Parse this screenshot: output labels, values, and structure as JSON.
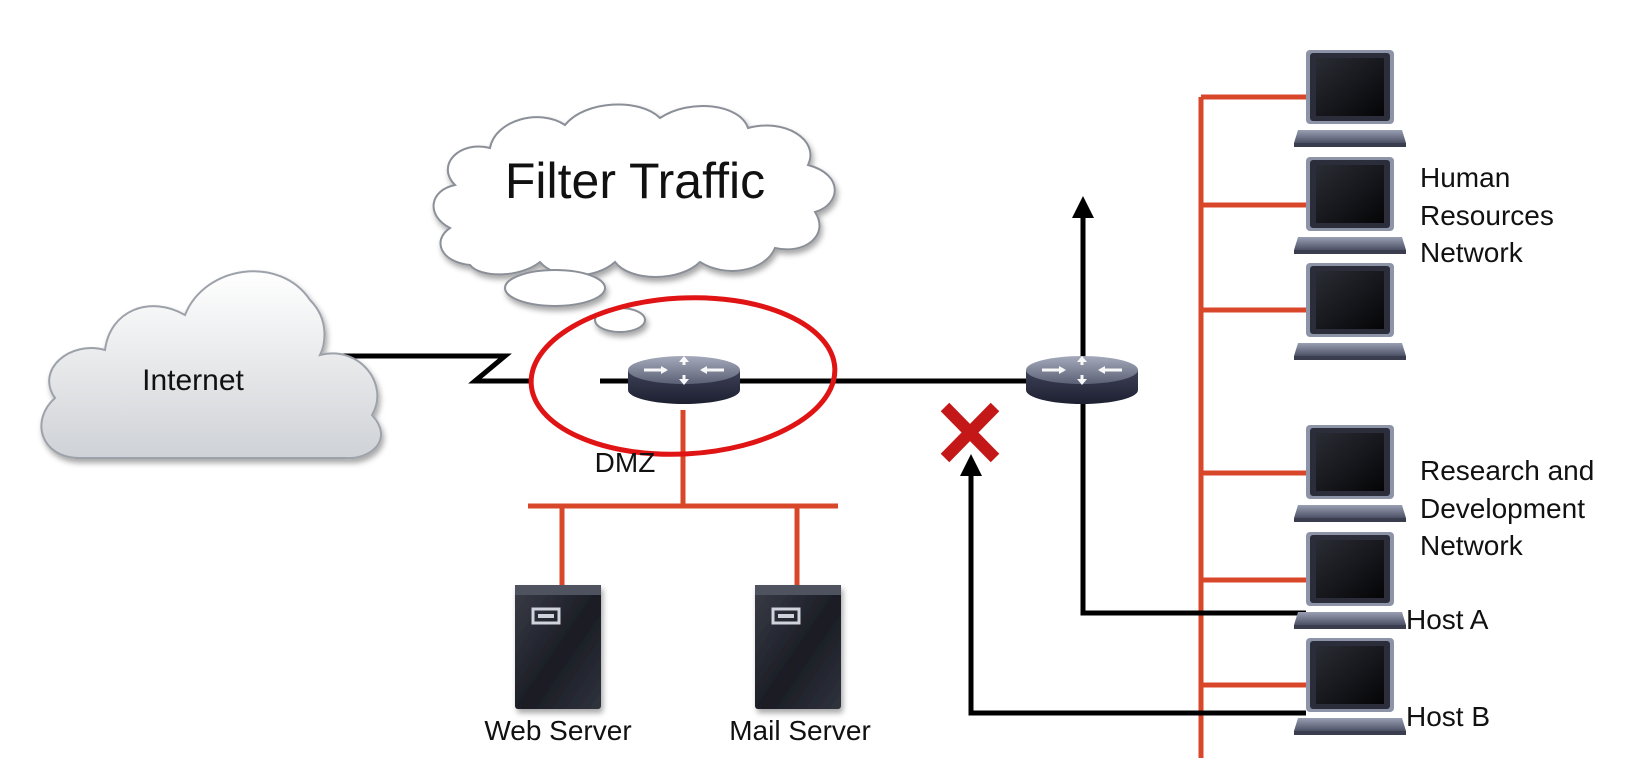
{
  "bubble": {
    "text": "Filter Traffic"
  },
  "internet": {
    "label": "Internet"
  },
  "dmz": {
    "label": "DMZ"
  },
  "servers": [
    {
      "label": "Web Server"
    },
    {
      "label": "Mail Server"
    }
  ],
  "networks": {
    "hr": {
      "lines": [
        "Human",
        "Resources",
        "Network"
      ]
    },
    "rd": {
      "lines": [
        "Research and",
        "Development",
        "Network"
      ]
    }
  },
  "hosts": {
    "a": {
      "label": "Host A"
    },
    "b": {
      "label": "Host B"
    }
  },
  "colors": {
    "lan_line": "#d9472b",
    "wire": "#000000",
    "highlight": "#e01414",
    "block_mark": "#c41818"
  },
  "icons": {
    "cloud": "cloud-icon",
    "router": "router-icon",
    "server": "server-icon",
    "laptop": "laptop-icon",
    "blocked": "x-mark-icon"
  }
}
